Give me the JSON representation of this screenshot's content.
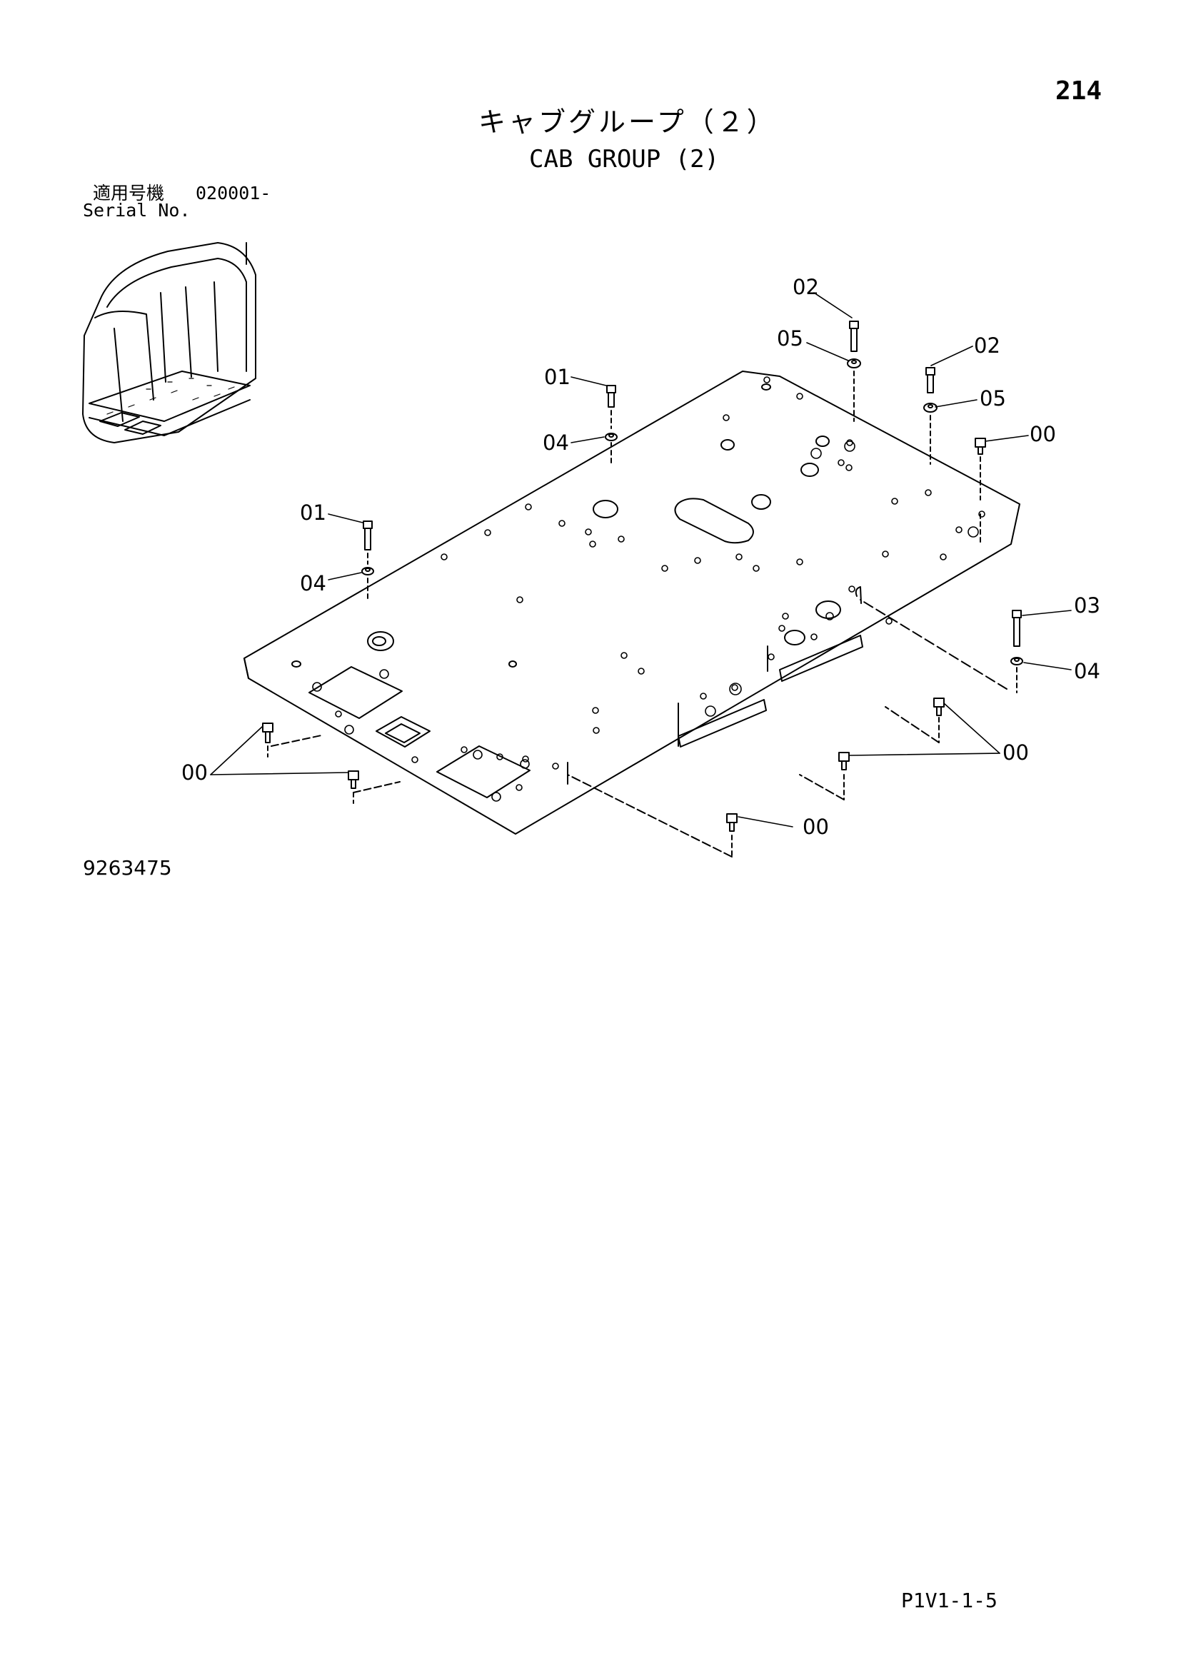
{
  "page_number": "214",
  "title_jp": "キャブグループ（２）",
  "title_en": "CAB GROUP (2)",
  "serial": {
    "label_jp": "適用号機",
    "value": "020001-",
    "label_en": "Serial No."
  },
  "drawing_number": "9263475",
  "footer_code": "P1V1-1-5",
  "callouts": {
    "c01a": "01",
    "c01b": "01",
    "c02a": "02",
    "c02b": "02",
    "c03": "03",
    "c04a": "04",
    "c04b": "04",
    "c04c": "04",
    "c05a": "05",
    "c05b": "05",
    "c00a": "00",
    "c00b": "00",
    "c00c": "00",
    "c00d": "00"
  }
}
